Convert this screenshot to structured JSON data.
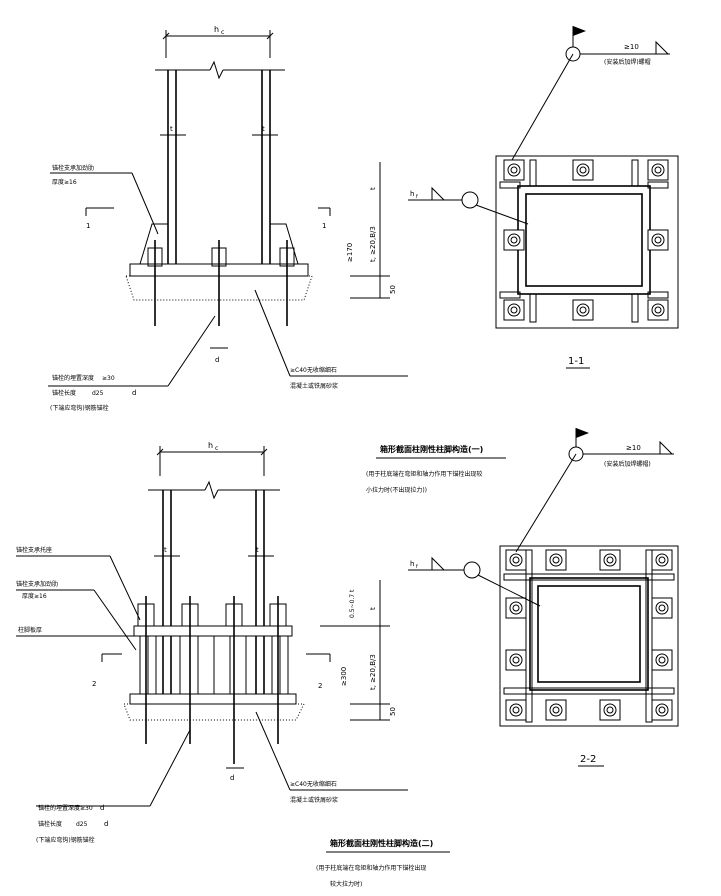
{
  "drawing1": {
    "dims": {
      "h": "h",
      "h_sub": "c",
      "t_left": "t",
      "t_right": "t",
      "t1": "t",
      "t1_sub": "t",
      "tf_note": "t, ≥20,B/3",
      "ge170": "≥170",
      "d": "d",
      "fifty": "50"
    },
    "labels": {
      "stiffener_1": "锚栓支承加劲肋",
      "stiffener_2": "厚度≥16",
      "section_left": "1",
      "section_right": "1",
      "anchor_1": "锚栓的埋置深度",
      "anchor_1_val": "≥30",
      "anchor_2": "锚栓长度",
      "anchor_2_val": "d25",
      "anchor_2_unit": "d",
      "anchor_3": "(下端应弯钩)钢筋锚栓",
      "grout_1": "≥C40无收缩细石",
      "grout_2": "混凝土或铁屑砂浆"
    }
  },
  "plan1": {
    "weld_note": "≥10",
    "weld_text": "(安装后加焊)螺帽",
    "hf": "h",
    "hf_sub": "f",
    "title": "1-1"
  },
  "drawing2": {
    "title": "箱形截面柱刚性柱脚构造(一)",
    "sub1": "(用于柱底端在弯矩和轴力作用下锚栓出现较",
    "sub2": "小拉力时(不出现拉力))",
    "dims": {
      "h": "h",
      "h_sub": "c",
      "t_left": "t",
      "t_right": "t",
      "t1": "t",
      "tf_note": "t, ≥20,B/3",
      "tt": "0.5~0.7 t",
      "ge300": "≥300",
      "d": "d",
      "fifty": "50"
    },
    "labels": {
      "stiffener_l1": "锚栓支承托座",
      "stiffener_l2": "锚栓支承加劲肋",
      "stiffener_l3": "厚度≥16",
      "plate": "柱脚板厚",
      "section_left": "2",
      "section_right": "2",
      "anchor_1": "锚栓的埋置深度",
      "anchor_1_val": "≥30",
      "anchor_1_unit": "d",
      "anchor_2": "锚栓长度",
      "anchor_2_val": "d25",
      "anchor_2_unit": "d",
      "anchor_3": "(下端应弯钩)钢筋锚栓",
      "grout_1": "≥C40无收缩细石",
      "grout_2": "混凝土或铁屑砂浆"
    }
  },
  "plan2": {
    "weld_note": "≥10",
    "weld_text": "(安装后加焊螺帽)",
    "hf": "h",
    "hf_sub": "f",
    "title": "2-2"
  },
  "footer": {
    "title": "箱形截面柱刚性柱脚构造(二)",
    "sub1": "(用于柱底端在弯矩和轴力作用下锚栓出现",
    "sub2": "较大拉力时)"
  }
}
